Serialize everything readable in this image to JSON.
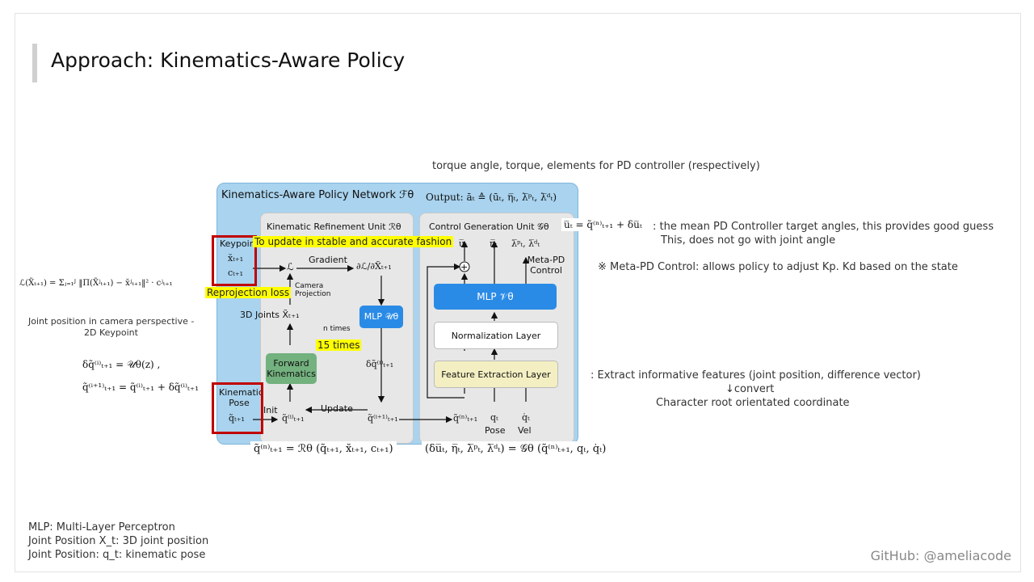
{
  "title": "Approach: Kinematics-Aware Policy",
  "top_note": "torque angle, torque, elements for PD controller (respectively)",
  "diagram": {
    "network_title": "Kinematics-Aware Policy Network ℱθ",
    "output": "Output: āₜ ≙ (ūₜ, η̅ₜ, λ̅ᵖₜ, λ̅ᵈₜ)",
    "refinement_title": "Kinematic Refinement Unit ℛθ",
    "control_title": "Control Generation Unit 𝒢θ",
    "keypoint": "Keypoint",
    "kinematic_pose": "Kinematic Pose",
    "x_t1": "x̆ₜ₊₁",
    "c_t1": "cₜ₊₁",
    "q_t1": "q̃ₜ₊₁",
    "loss": "ℒ",
    "gradient": "Gradient",
    "dl_dx": "∂ℒ/∂X̃ₜ₊₁",
    "camera_projection": "Camera Projection",
    "joints_3d": "3D Joints X̃ₜ₊₁",
    "mlp_u": "MLP 𝒰θ",
    "n_times": "n times",
    "delta_q": "δq̃⁽ⁱ⁾ₜ₊₁",
    "forward_kinematics": "Forward Kinematics",
    "init": "Init",
    "q_i": "q̃⁽ⁱ⁾ₜ₊₁",
    "update": "Update",
    "q_i1": "q̃⁽ⁱ⁺¹⁾ₜ₊₁",
    "q_n": "q̃⁽ⁿ⁾ₜ₊₁",
    "u_t": "u̅ₜ",
    "eta_t": "η̅ₜ",
    "lambda_t": "λ̅ᵖₜ, λ̅ᵈₜ",
    "meta_pd": "Meta-PD Control",
    "mlp_v": "MLP 𝒱θ",
    "normalization": "Normalization Layer",
    "feature_extraction": "Feature Extraction Layer",
    "q_t": "qₜ",
    "pose": "Pose",
    "qdot_t": "q̇ₜ",
    "vel": "Vel"
  },
  "highlights": {
    "update_fashion": "To update in stable and accurate fashion",
    "reprojection_loss": "Reprojection loss",
    "fifteen_times": "15 times"
  },
  "equations": {
    "loss": "ℒ(X̃ₜ₊₁) = Σⱼ₌₁ᴶ ‖Π(X̃ʲₜ₊₁) − x̆ʲₜ₊₁‖² · cʲₜ₊₁",
    "delta_q": "δq̃⁽ⁱ⁾ₜ₊₁ = 𝒰θ(z) ,",
    "update_q": "q̃⁽ⁱ⁺¹⁾ₜ₊₁ = q̃⁽ⁱ⁾ₜ₊₁ + δq̃⁽ⁱ⁾ₜ₊₁",
    "u_t": "u̅ₜ = q̃⁽ⁿ⁾ₜ₊₁ + δu̅ₜ",
    "refinement": "q̃⁽ⁿ⁾ₜ₊₁ = ℛθ (q̃ₜ₊₁, x̆ₜ₊₁, cₜ₊₁)",
    "control": "(δu̅ₜ, η̅ₜ, λ̅ᵖₜ, λ̅ᵈₜ) = 𝒢θ (q̃⁽ⁿ⁾ₜ₊₁, qₜ, q̇ₜ)"
  },
  "notes": {
    "joint_position_camera": "Joint position in camera perspective -",
    "keypoint_2d": "2D Keypoint",
    "mean_pd_1": ": the mean PD Controller target angles, this provides good guess",
    "mean_pd_2": "This, does not go with joint angle",
    "meta_pd": "※ Meta-PD Control: allows policy to adjust Kp. Kd based on the state",
    "extract_features": ": Extract informative features (joint position, difference vector)",
    "convert": "↓convert",
    "character_root": "Character root orientated coordinate"
  },
  "footer": {
    "line1": "MLP: Multi-Layer Perceptron",
    "line2": "Joint Position X_t: 3D joint position",
    "line3": "Joint Position: q_t: kinematic pose"
  },
  "github": "GitHub: @ameliacode",
  "colors": {
    "network_bg": "#a9d3ee",
    "unit_bg": "#e7e7e7",
    "mlp_blue": "#2a8be6",
    "forward_green": "#73b17f",
    "feature_yellow": "#f3efc2",
    "highlight": "#ffff00",
    "red_box": "#c00000"
  }
}
